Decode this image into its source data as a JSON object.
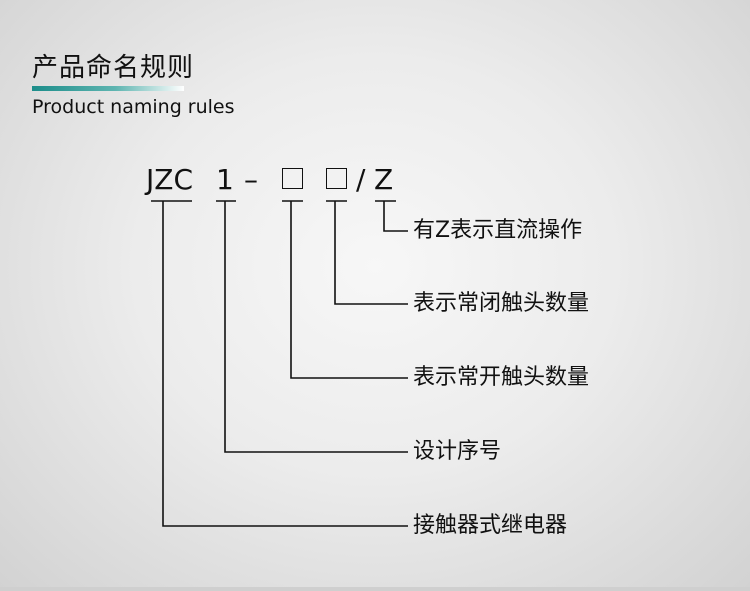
{
  "header": {
    "title_cn": "产品命名规则",
    "title_en": "Product naming rules"
  },
  "code": {
    "prefix": "JZC",
    "series": "1",
    "dash": "–",
    "slash": "/",
    "suffix": "Z"
  },
  "labels": {
    "suffix_z": "有Z表示直流操作",
    "nc_contacts": "表示常闭触头数量",
    "no_contacts": "表示常开触头数量",
    "design_no": "设计序号",
    "relay_type": "接触器式继电器"
  },
  "colors": {
    "accent": "#1c8d8a",
    "text": "#111111"
  }
}
